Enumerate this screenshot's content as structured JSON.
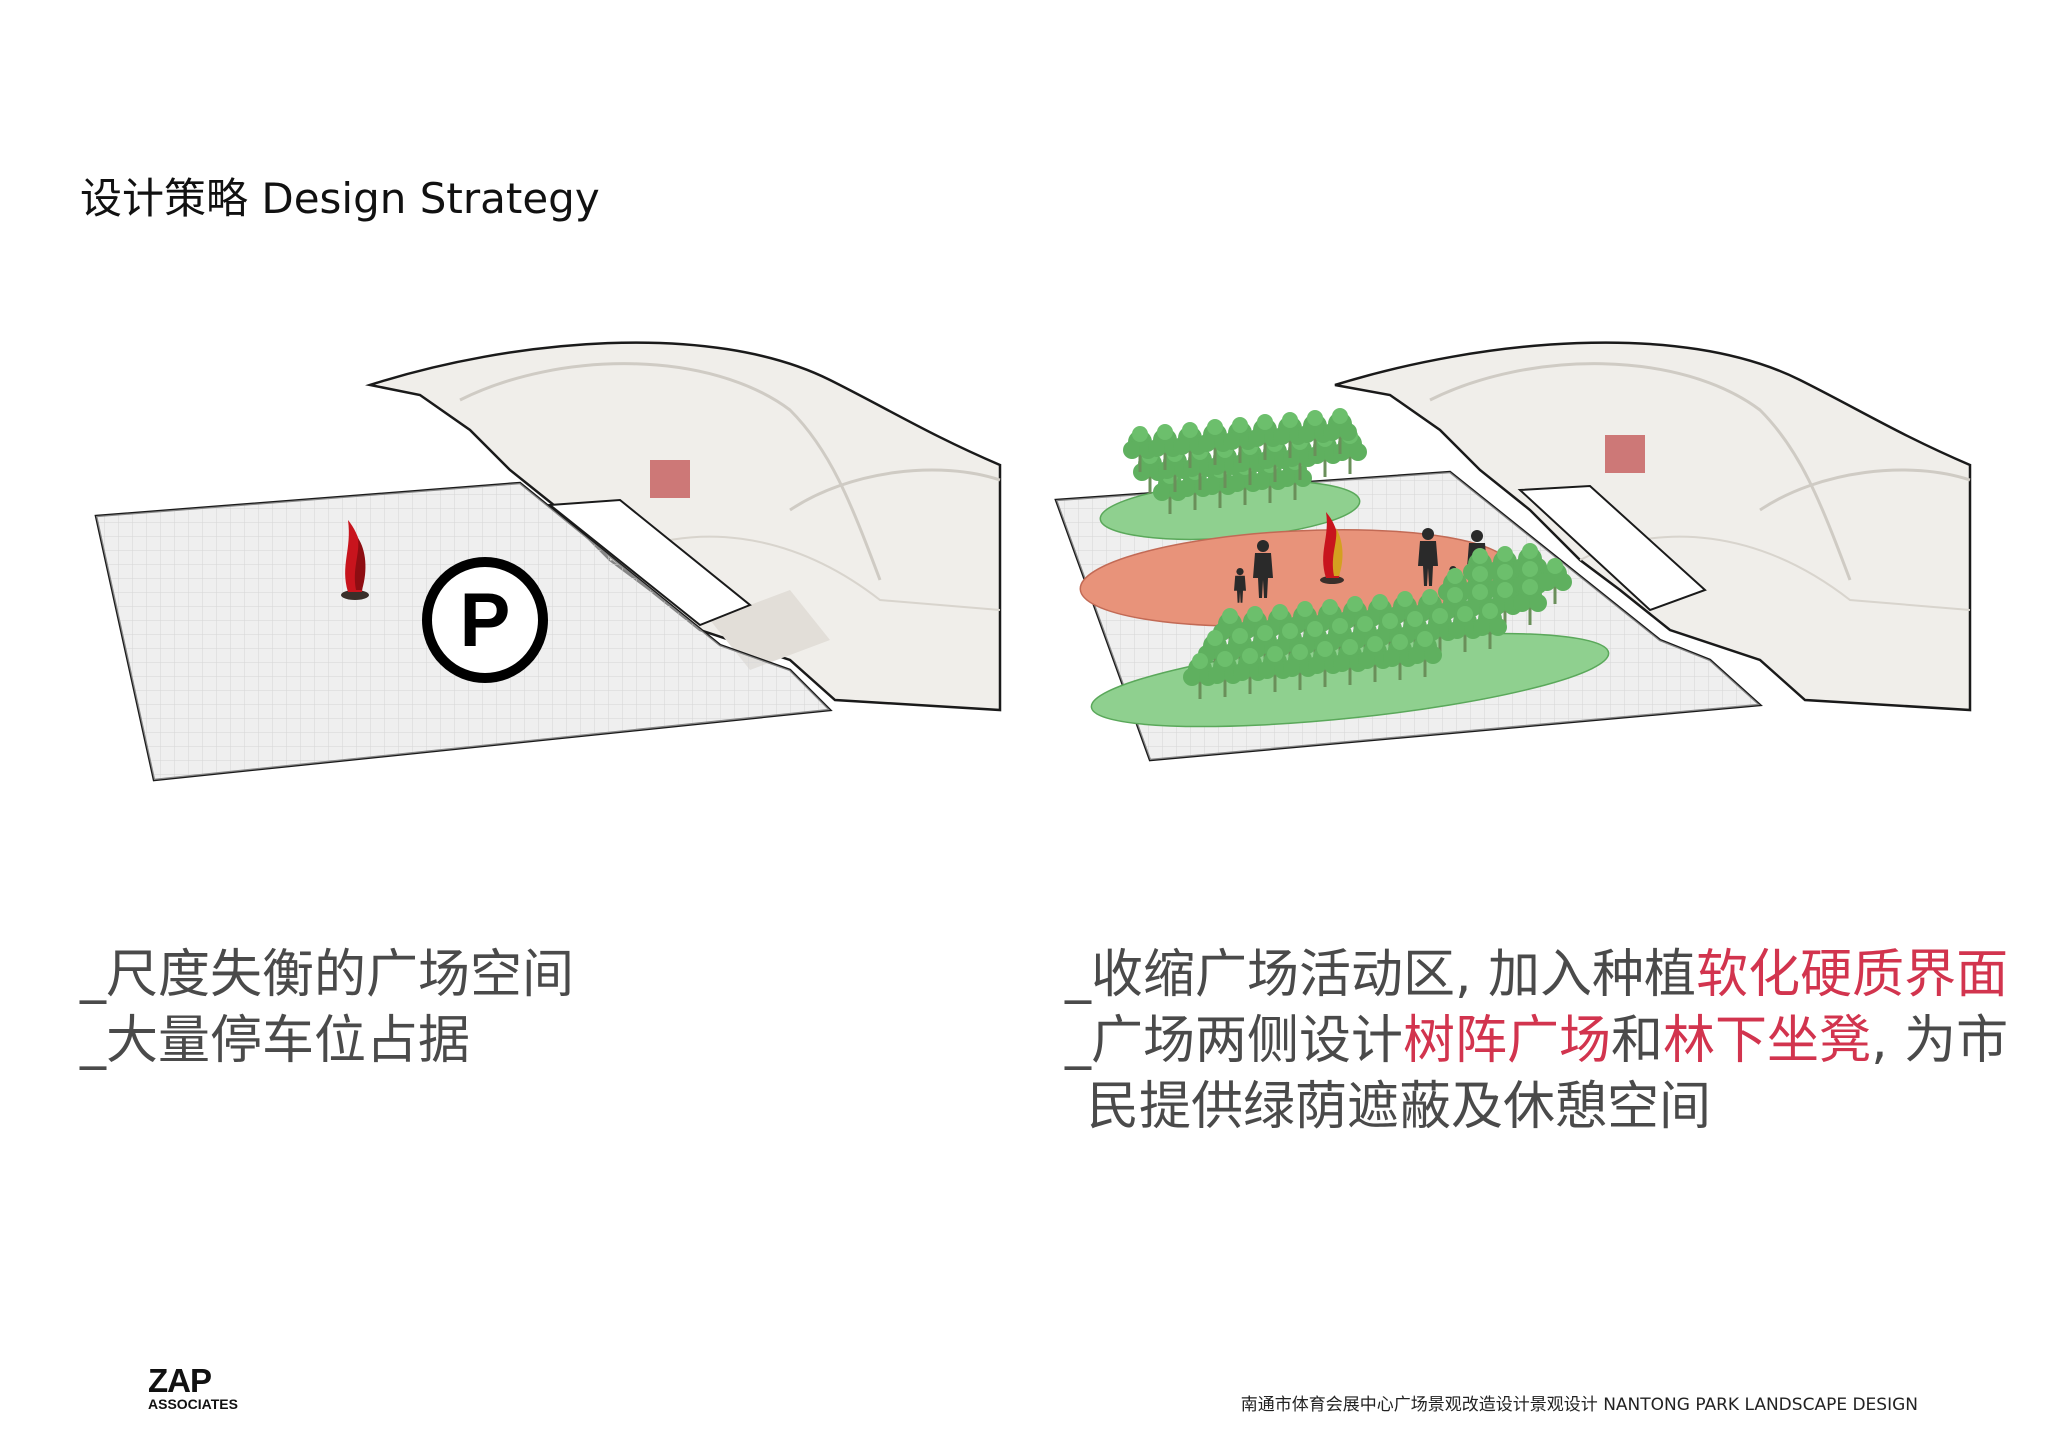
{
  "page": {
    "title": "设计策略 Design Strategy"
  },
  "left_panel": {
    "parking_symbol": "P",
    "captions": [
      "_尺度失衡的广场空间",
      "_大量停车位占据"
    ]
  },
  "right_panel": {
    "line1": {
      "prefix": "_收缩广场活动区, 加入种植",
      "highlight": "软化硬质界面"
    },
    "line2": {
      "prefix": "_广场两侧设计",
      "highlight1": "树阵广场",
      "middle": "和",
      "highlight2": "林下坐凳",
      "suffix": ", 为市"
    },
    "line3": "民提供绿荫遮蔽及休憩空间"
  },
  "logo": {
    "name": "ZAP",
    "sub": "ASSOCIATES"
  },
  "footer": {
    "text": "南通市体育会展中心广场景观改造设计景观设计  NANTONG PARK LANDSCAPE DESIGN"
  },
  "colors": {
    "highlight": "#d2344e",
    "activity_zone": "#e8937a",
    "planting_zone": "#8fd08f",
    "tree": "#5fb05f"
  }
}
